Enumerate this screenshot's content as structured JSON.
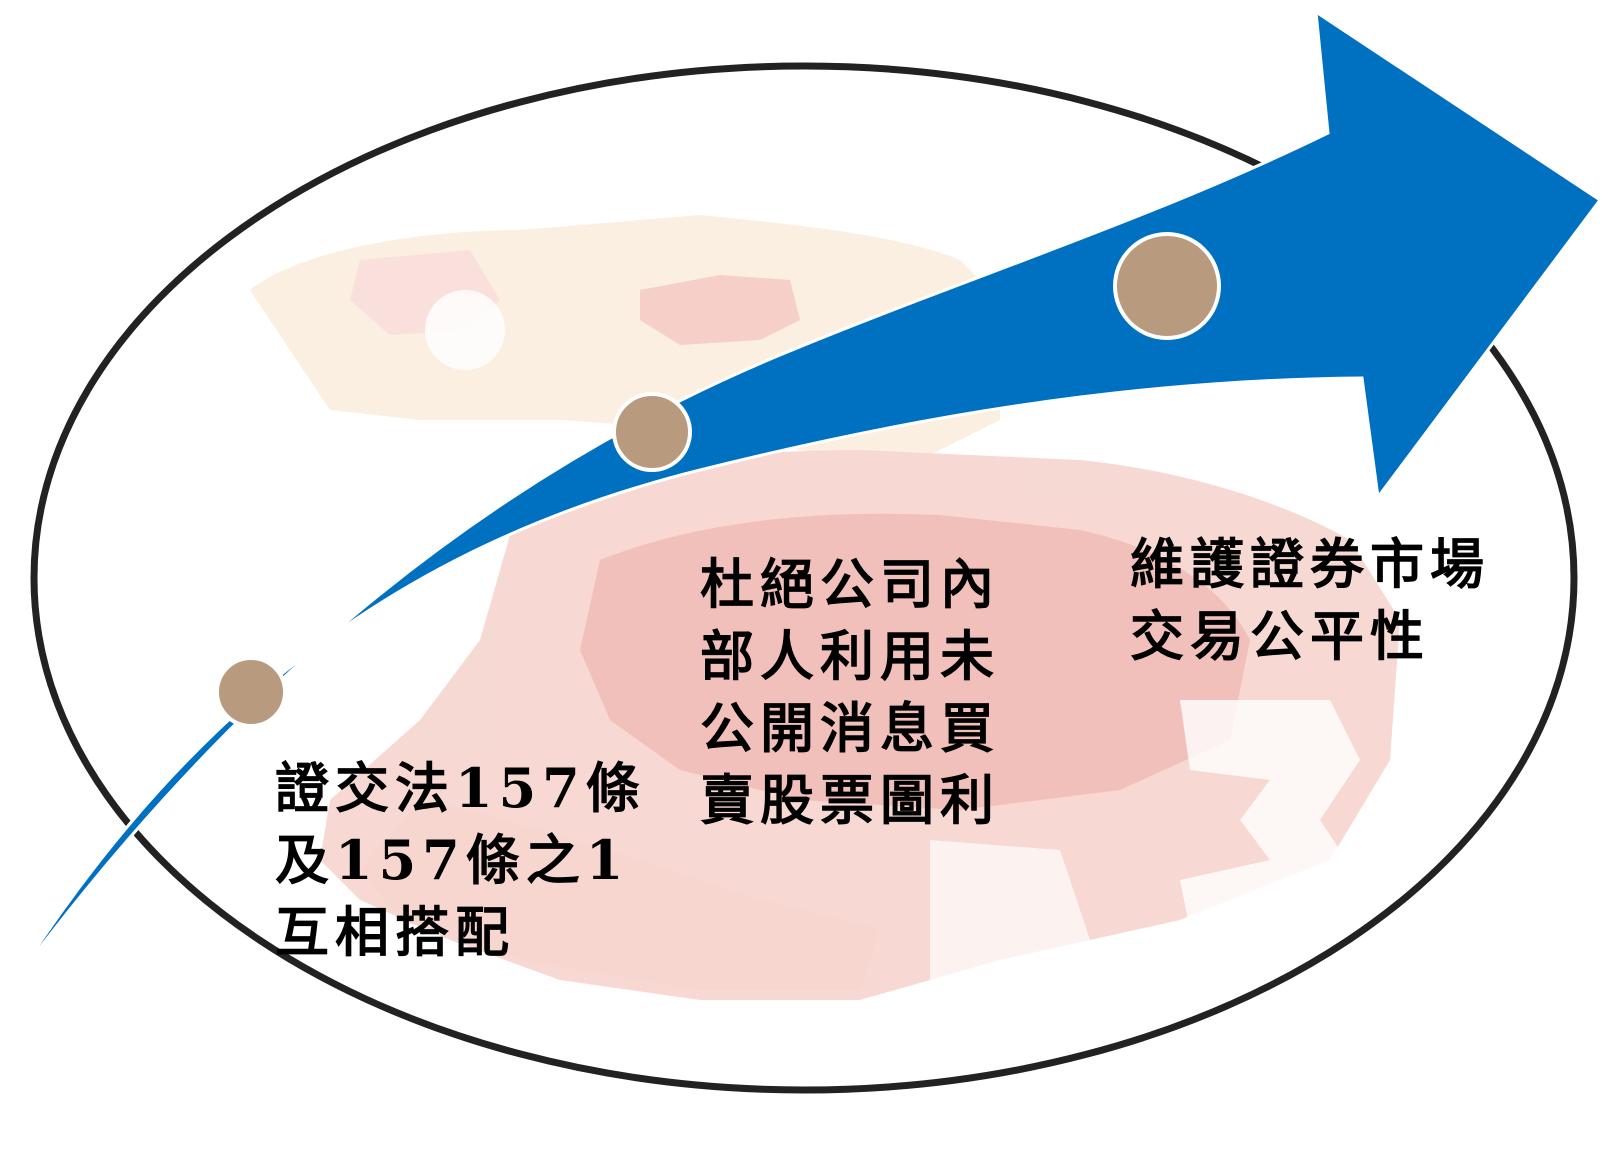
{
  "diagram": {
    "type": "progression-arrow",
    "steps": [
      {
        "lines": [
          "證交法157條",
          "及157條之1",
          "互相搭配"
        ]
      },
      {
        "lines": [
          "杜絕公司內",
          "部人利用未",
          "公開消息買",
          "賣股票圖利"
        ]
      },
      {
        "lines": [
          "維護證券市場",
          "交易公平性"
        ]
      }
    ],
    "colors": {
      "arrow": "#0070c0",
      "ellipse_stroke": "#222222",
      "marker_fill": "#b89a7e",
      "marker_stroke": "#ffffff",
      "background_photo_tint": "#f3d0c8",
      "background_photo_red": "#e8a39a"
    },
    "background_image": "faded-red-money-piggy-bank-photo"
  }
}
